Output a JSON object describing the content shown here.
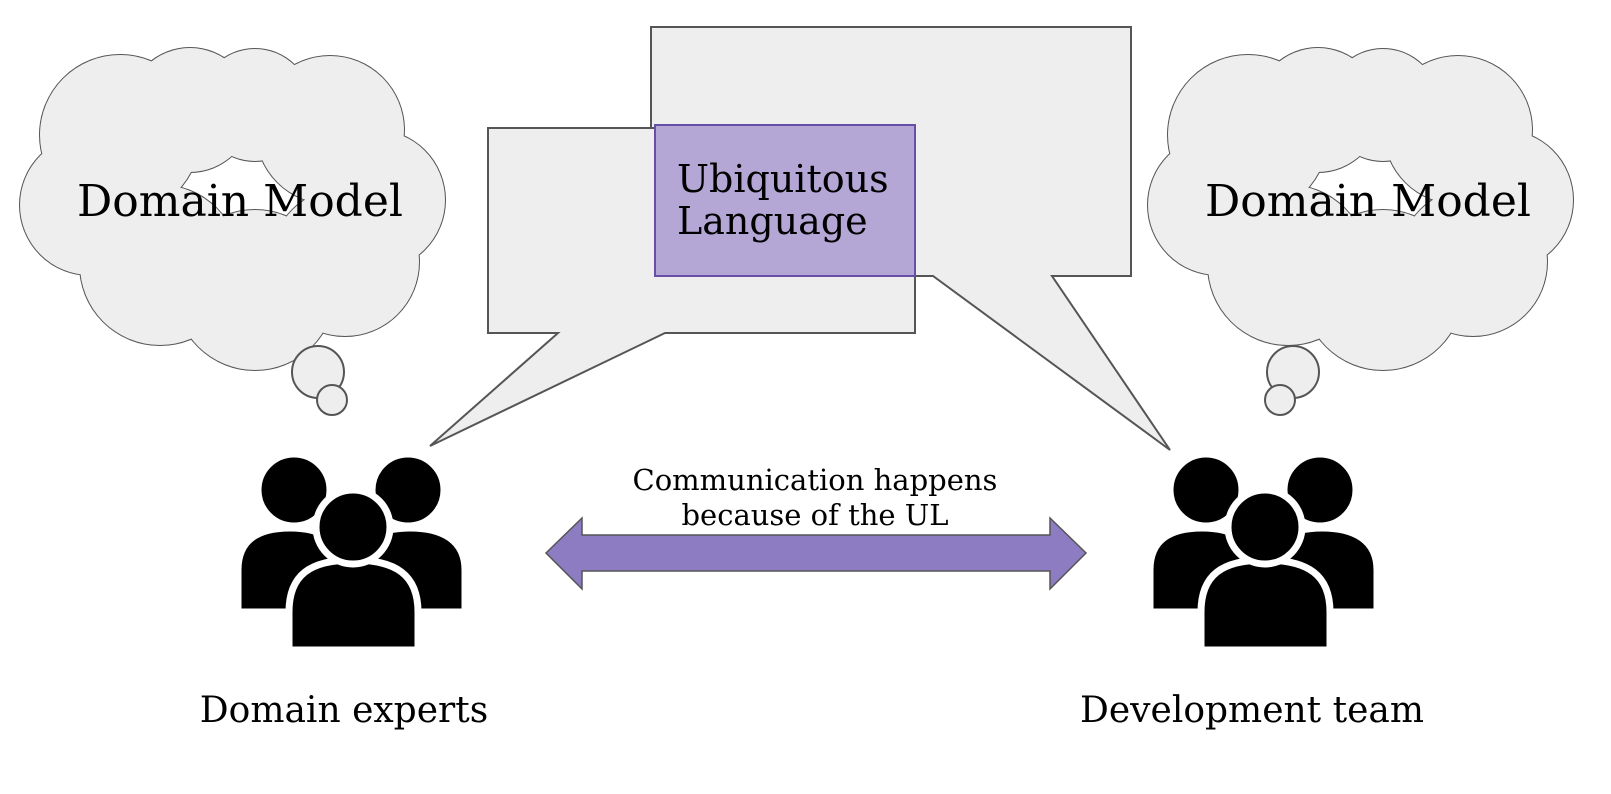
{
  "left_thought": {
    "label": "Domain Model"
  },
  "right_thought": {
    "label": "Domain Model"
  },
  "ubiquitous_language": {
    "line1": "Ubiquitous",
    "line2": "Language"
  },
  "communication": {
    "line1": "Communication happens",
    "line2": "because of the UL"
  },
  "left_group": {
    "label": "Domain experts"
  },
  "right_group": {
    "label": "Development team"
  },
  "colors": {
    "bubble_fill": "#eeeeee",
    "outline": "#555555",
    "ul_fill": "#b4a7d6",
    "ul_border": "#674ea7",
    "arrow_fill": "#8e7cc3",
    "people": "#000000"
  },
  "icons": {
    "thought_cloud": "thought-cloud-icon",
    "speech_bubble": "speech-bubble-icon",
    "people_group": "people-group-icon",
    "double_arrow": "double-arrow-icon"
  }
}
